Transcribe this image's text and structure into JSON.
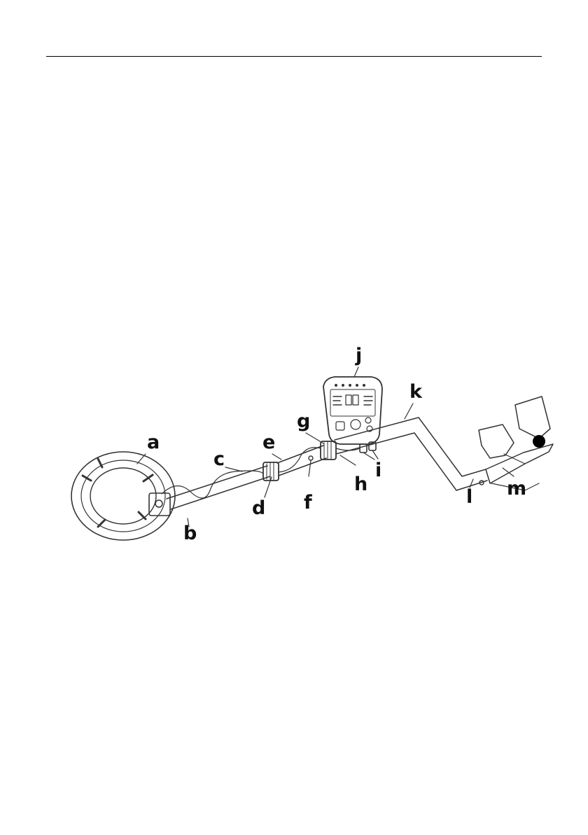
{
  "labels": {
    "a": "a",
    "b": "b",
    "c": "c",
    "d": "d",
    "e": "e",
    "f": "f",
    "g": "g",
    "h": "h",
    "i": "i",
    "j": "j",
    "k": "k",
    "l": "l",
    "m": "m"
  },
  "colors": {
    "line": "#333333",
    "text": "#111111",
    "knob": "#000000"
  }
}
